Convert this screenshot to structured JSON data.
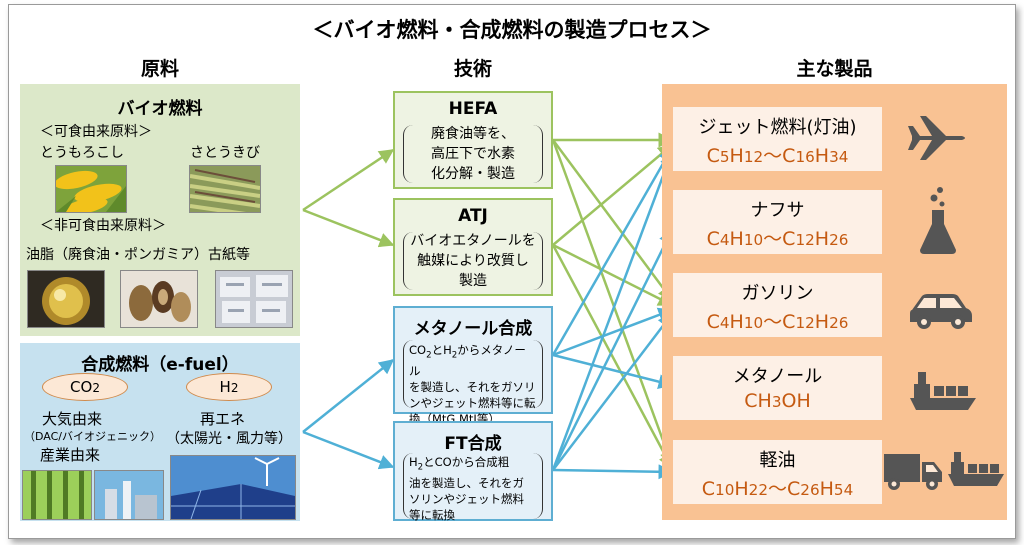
{
  "title": "＜バイオ燃料・合成燃料の製造プロセス＞",
  "columns": {
    "raw": "原料",
    "tech": "技術",
    "products": "主な製品"
  },
  "bio": {
    "title": "バイオ燃料",
    "edible": "＜可食由来原料＞",
    "corn": "とうもろこし",
    "sugarcane": "さとうきび",
    "nonedible": "＜非可食由来原料＞",
    "oils": "油脂（廃食油・ポンガミア）古紙等"
  },
  "efuel": {
    "title": "合成燃料（e-fuel）",
    "co2": "CO2",
    "h2": "H2",
    "atmos": "大気由来",
    "dac": "（DAC/バイオジェニック）",
    "industry": "産業由来",
    "renew": "再エネ",
    "renew_sub": "（太陽光・風力等）"
  },
  "tech": {
    "hefa": {
      "name": "HEFA",
      "lines": [
        "廃食油等を、",
        "高圧下で水素",
        "化分解・製造"
      ]
    },
    "atj": {
      "name": "ATJ",
      "lines": [
        "バイオエタノールを",
        "触媒により改質し",
        "製造"
      ]
    },
    "methanol": {
      "name": "メタノール合成",
      "lines": [
        "CO2とH2からメタノール",
        "を製造し、それをガソリ",
        "ンやジェット燃料等に転",
        "換（MtG,MtJ等）"
      ]
    },
    "ft": {
      "name": "FT合成",
      "lines": [
        "H2とCOから合成粗",
        "油を製造し、それをガ",
        "ソリンやジェット燃料",
        "等に転換"
      ]
    }
  },
  "products": [
    {
      "name": "ジェット燃料(灯油)",
      "formula": "C5H12～C16H34",
      "icon": "airplane-icon"
    },
    {
      "name": "ナフサ",
      "formula": "C4H10～C12H26",
      "icon": "flask-icon"
    },
    {
      "name": "ガソリン",
      "formula": "C4H10～C12H26",
      "icon": "car-icon"
    },
    {
      "name": "メタノール",
      "formula": "CH3OH",
      "icon": "ship-icon"
    },
    {
      "name": "軽油",
      "formula": "C10H22～C26H54",
      "icon": "truck-ship-icon"
    }
  ],
  "colors": {
    "green_arrow": "#9cc35f",
    "blue_arrow": "#4fb0d6",
    "formula": "#c55a11",
    "product_panel": "#f9c293"
  }
}
